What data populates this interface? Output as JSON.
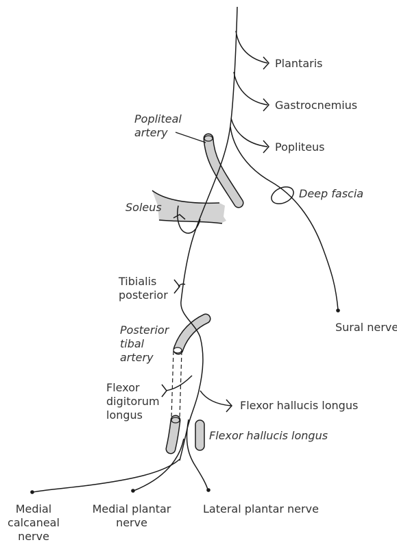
{
  "labels": {
    "plantaris": "Plantaris",
    "gastrocnemius": "Gastrocnemius",
    "popliteus": "Popliteus",
    "popliteal_artery": [
      "Popliteal",
      "artery"
    ],
    "deep_fascia": "Deep fascia",
    "soleus": "Soleus",
    "sural_nerve": "Sural nerve",
    "tibialis_posterior": [
      "Tibialis",
      "posterior"
    ],
    "posterior_tibal_artery": [
      "Posterior",
      "tibal",
      "artery"
    ],
    "flexor_digitorum_longus": [
      "Flexor",
      "digitorum",
      "longus"
    ],
    "flexor_hallucis_longus_branch": "Flexor hallucis longus",
    "flexor_hallucis_longus_muscle": "Flexor hallucis longus",
    "medial_calcaneal_nerve": [
      "Medial",
      "calcaneal",
      "nerve"
    ],
    "medial_plantar_nerve": [
      "Medial plantar",
      "nerve"
    ],
    "lateral_plantar_nerve": "Lateral plantar nerve"
  },
  "colors": {
    "line": "#1a1a1a",
    "vessel_fill": "#cfcfcf",
    "muscle_fill": "#d3d3d3",
    "text": "#333333"
  }
}
